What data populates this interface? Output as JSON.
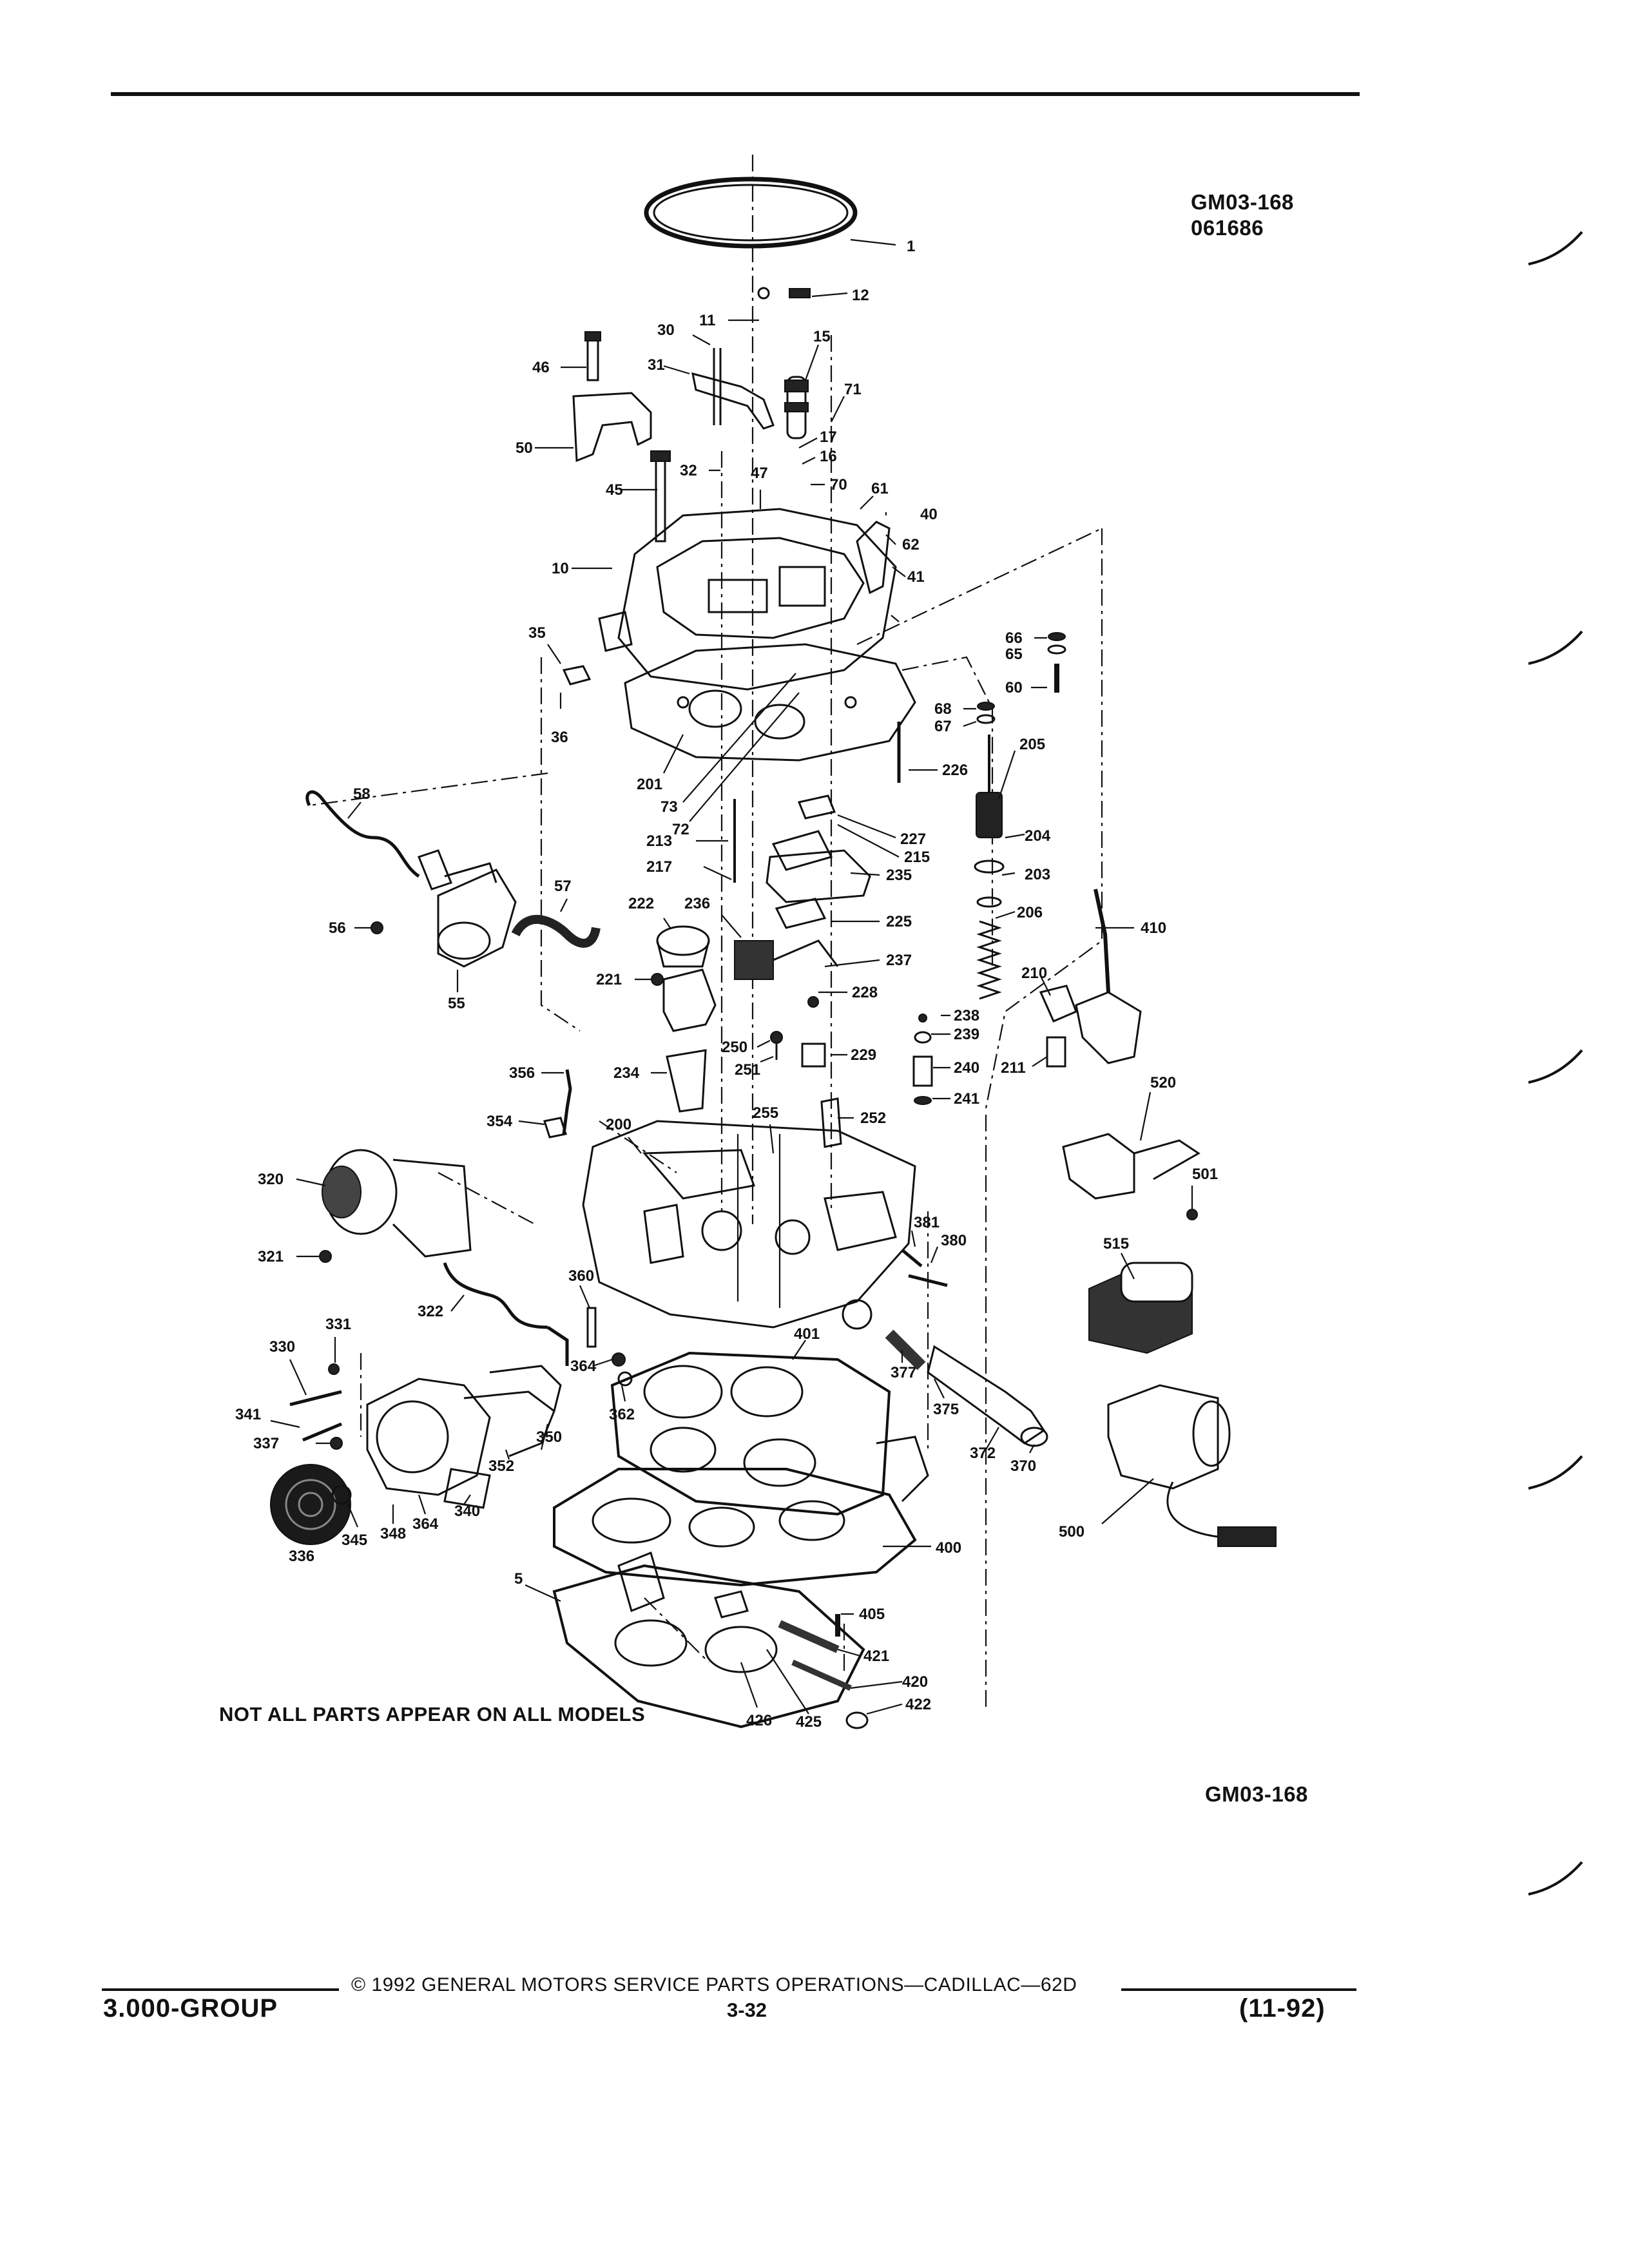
{
  "header": {
    "figure_id": "GM03-168",
    "figure_code": "061686"
  },
  "diagram": {
    "note": "NOT ALL PARTS APPEAR ON ALL MODELS",
    "figure_ref": "GM03-168",
    "callouts": [
      {
        "id": "c1",
        "text": "1"
      },
      {
        "id": "c12",
        "text": "12"
      },
      {
        "id": "c11",
        "text": "11"
      },
      {
        "id": "c30",
        "text": "30"
      },
      {
        "id": "c15",
        "text": "15"
      },
      {
        "id": "c46",
        "text": "46"
      },
      {
        "id": "c31",
        "text": "31"
      },
      {
        "id": "c71",
        "text": "71"
      },
      {
        "id": "c50",
        "text": "50"
      },
      {
        "id": "c17",
        "text": "17"
      },
      {
        "id": "c16",
        "text": "16"
      },
      {
        "id": "c32",
        "text": "32"
      },
      {
        "id": "c47",
        "text": "47"
      },
      {
        "id": "c45",
        "text": "45"
      },
      {
        "id": "c70",
        "text": "70"
      },
      {
        "id": "c61",
        "text": "61"
      },
      {
        "id": "c40",
        "text": "40"
      },
      {
        "id": "c62",
        "text": "62"
      },
      {
        "id": "c10",
        "text": "10"
      },
      {
        "id": "c41",
        "text": "41"
      },
      {
        "id": "c35",
        "text": "35"
      },
      {
        "id": "c66",
        "text": "66"
      },
      {
        "id": "c65",
        "text": "65"
      },
      {
        "id": "c60",
        "text": "60"
      },
      {
        "id": "c68",
        "text": "68"
      },
      {
        "id": "c67",
        "text": "67"
      },
      {
        "id": "c36",
        "text": "36"
      },
      {
        "id": "c205",
        "text": "205"
      },
      {
        "id": "c226",
        "text": "226"
      },
      {
        "id": "c201",
        "text": "201"
      },
      {
        "id": "c73",
        "text": "73"
      },
      {
        "id": "c58",
        "text": "58"
      },
      {
        "id": "c72",
        "text": "72"
      },
      {
        "id": "c227",
        "text": "227"
      },
      {
        "id": "c213",
        "text": "213"
      },
      {
        "id": "c215",
        "text": "215"
      },
      {
        "id": "c204",
        "text": "204"
      },
      {
        "id": "c217",
        "text": "217"
      },
      {
        "id": "c235",
        "text": "235"
      },
      {
        "id": "c203",
        "text": "203"
      },
      {
        "id": "c57",
        "text": "57"
      },
      {
        "id": "c222",
        "text": "222"
      },
      {
        "id": "c236",
        "text": "236"
      },
      {
        "id": "c225",
        "text": "225"
      },
      {
        "id": "c206",
        "text": "206"
      },
      {
        "id": "c56",
        "text": "56"
      },
      {
        "id": "c410",
        "text": "410"
      },
      {
        "id": "c237",
        "text": "237"
      },
      {
        "id": "c221",
        "text": "221"
      },
      {
        "id": "c210",
        "text": "210"
      },
      {
        "id": "c55",
        "text": "55"
      },
      {
        "id": "c228",
        "text": "228"
      },
      {
        "id": "c238",
        "text": "238"
      },
      {
        "id": "c239",
        "text": "239"
      },
      {
        "id": "c250",
        "text": "250"
      },
      {
        "id": "c229",
        "text": "229"
      },
      {
        "id": "c356",
        "text": "356"
      },
      {
        "id": "c234",
        "text": "234"
      },
      {
        "id": "c251",
        "text": "251"
      },
      {
        "id": "c240",
        "text": "240"
      },
      {
        "id": "c211",
        "text": "211"
      },
      {
        "id": "c241",
        "text": "241"
      },
      {
        "id": "c520",
        "text": "520"
      },
      {
        "id": "c255",
        "text": "255"
      },
      {
        "id": "c252",
        "text": "252"
      },
      {
        "id": "c354",
        "text": "354"
      },
      {
        "id": "c200",
        "text": "200"
      },
      {
        "id": "c501",
        "text": "501"
      },
      {
        "id": "c320",
        "text": "320"
      },
      {
        "id": "c381",
        "text": "381"
      },
      {
        "id": "c380",
        "text": "380"
      },
      {
        "id": "c321",
        "text": "321"
      },
      {
        "id": "c515",
        "text": "515"
      },
      {
        "id": "c360",
        "text": "360"
      },
      {
        "id": "c322",
        "text": "322"
      },
      {
        "id": "c331",
        "text": "331"
      },
      {
        "id": "c401",
        "text": "401"
      },
      {
        "id": "c330",
        "text": "330"
      },
      {
        "id": "c364a",
        "text": "364"
      },
      {
        "id": "c377",
        "text": "377"
      },
      {
        "id": "c341",
        "text": "341"
      },
      {
        "id": "c362",
        "text": "362"
      },
      {
        "id": "c375",
        "text": "375"
      },
      {
        "id": "c337",
        "text": "337"
      },
      {
        "id": "c350",
        "text": "350"
      },
      {
        "id": "c352",
        "text": "352"
      },
      {
        "id": "c372",
        "text": "372"
      },
      {
        "id": "c370",
        "text": "370"
      },
      {
        "id": "c340",
        "text": "340"
      },
      {
        "id": "c364b",
        "text": "364"
      },
      {
        "id": "c348",
        "text": "348"
      },
      {
        "id": "c345",
        "text": "345"
      },
      {
        "id": "c336",
        "text": "336"
      },
      {
        "id": "c500",
        "text": "500"
      },
      {
        "id": "c400",
        "text": "400"
      },
      {
        "id": "c5",
        "text": "5"
      },
      {
        "id": "c405",
        "text": "405"
      },
      {
        "id": "c421",
        "text": "421"
      },
      {
        "id": "c420",
        "text": "420"
      },
      {
        "id": "c422",
        "text": "422"
      },
      {
        "id": "c426",
        "text": "426"
      },
      {
        "id": "c425",
        "text": "425"
      }
    ]
  },
  "footer": {
    "group": "3.000-GROUP",
    "copyright": "© 1992 GENERAL MOTORS SERVICE PARTS OPERATIONS—CADILLAC—62D",
    "page": "3-32",
    "date": "(11-92)"
  }
}
